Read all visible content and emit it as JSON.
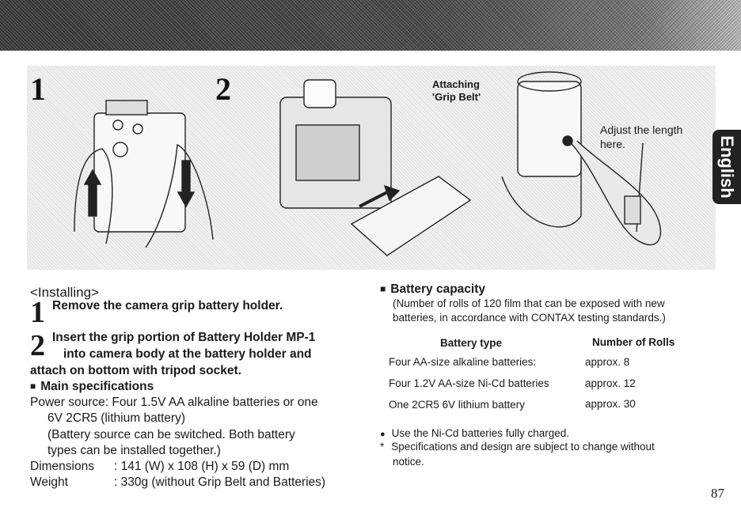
{
  "figure": {
    "step1_number": "1",
    "step2_number": "2",
    "callout_attaching_line1": "Attaching",
    "callout_attaching_line2": "'Grip Belt'",
    "callout_adjust_line1": "Adjust the length",
    "callout_adjust_line2": "here."
  },
  "language_tab": "English",
  "left": {
    "heading": "<Installing>",
    "step1": {
      "num": "1",
      "text": "Remove the camera grip battery holder."
    },
    "step2": {
      "num": "2",
      "line1": "Insert the grip portion of Battery Holder MP-1",
      "line2": "into camera body at the battery holder and",
      "line3": "attach on bottom with tripod socket."
    },
    "specs_heading": "Main specifications",
    "power_line1": "Power source: Four 1.5V AA alkaline batteries or one",
    "power_line2": "6V 2CR5 (lithium battery)",
    "power_line3": "(Battery source can be switched. Both battery",
    "power_line4": "types can be installed together.)",
    "dimensions_label": "Dimensions",
    "dimensions_value": ": 141 (W) x 108 (H) x 59 (D) mm",
    "weight_label": "Weight",
    "weight_value": ": 330g (without Grip Belt and Batteries)"
  },
  "right": {
    "capacity_heading": "Battery capacity",
    "capacity_note_line1": "(Number of rolls of 120 film that can be exposed with new",
    "capacity_note_line2": "batteries, in accordance with CONTAX testing standards.)",
    "table": {
      "headers": [
        "Battery type",
        "Number of Rolls"
      ],
      "rows": [
        [
          "Four AA-size alkaline batteries:",
          "approx. 8"
        ],
        [
          "Four 1.2V AA-size Ni-Cd batteries",
          "approx. 12"
        ],
        [
          "One 2CR5 6V lithium battery",
          "approx. 30"
        ]
      ]
    },
    "note1": "Use the Ni-Cd batteries fully charged.",
    "note2_line1": "Specifications and design are subject to change without",
    "note2_line2": "notice."
  },
  "page_number": "87"
}
